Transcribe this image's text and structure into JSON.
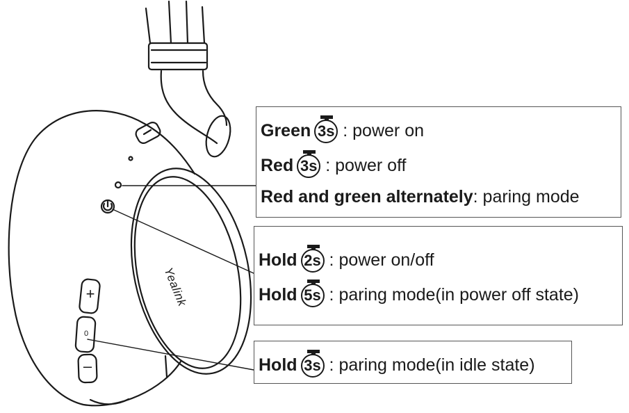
{
  "headset": {
    "brand": "Yealink",
    "mute_button_label": "0",
    "plus_symbol": "+",
    "minus_symbol": "–"
  },
  "callouts": {
    "led": {
      "rows": [
        {
          "bold": "Green",
          "timer": "3s",
          "text": ": power on"
        },
        {
          "bold": "Red",
          "timer": "3s",
          "text": " : power off"
        },
        {
          "bold": "Red and green alternately",
          "text": ": paring mode"
        }
      ]
    },
    "power": {
      "rows": [
        {
          "bold": "Hold",
          "timer": "2s",
          "text": " : power on/off"
        },
        {
          "bold": "Hold",
          "timer": "5s",
          "text": " : paring mode(in power off state)"
        }
      ]
    },
    "mute": {
      "rows": [
        {
          "bold": "Hold",
          "timer": "3s",
          "text": " : paring mode(in idle state)"
        }
      ]
    }
  }
}
